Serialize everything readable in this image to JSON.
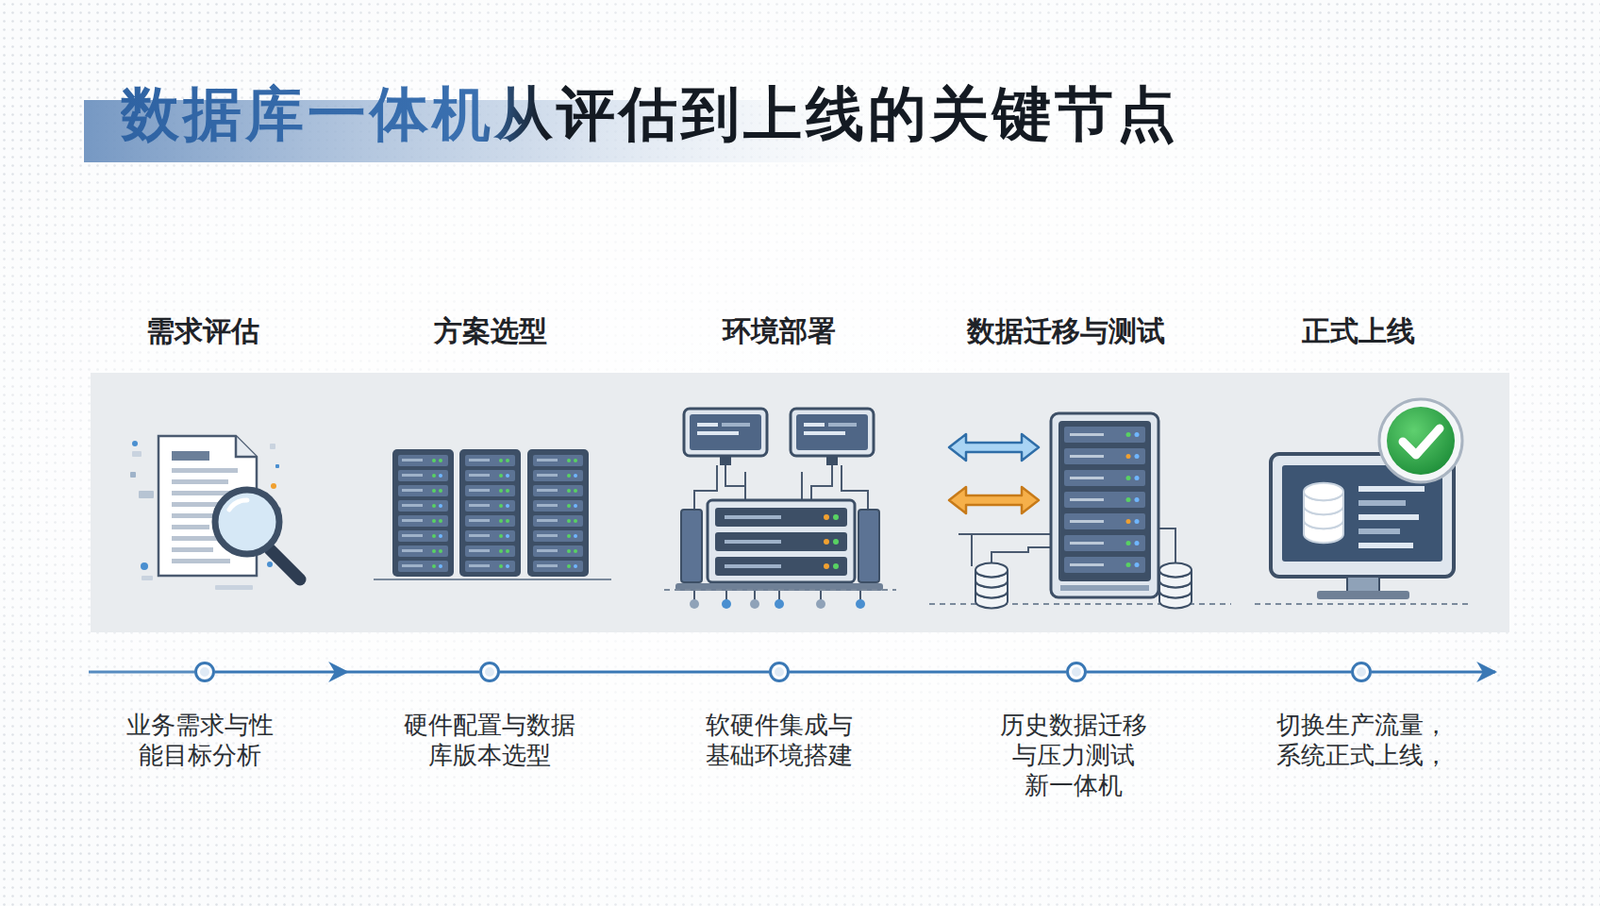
{
  "diagram": {
    "title": "数据库一体机从评估到上线的关键节点",
    "nodes": [
      {
        "text": [
          "需求评估",
          "业务需求与性 能目标分析"
        ]
      },
      {
        "text": [
          "方案选型",
          "硬件配置与数据 库版本选型"
        ]
      },
      {
        "text": [
          "环境部署",
          "软硬件集成与 基础环境搭建"
        ]
      },
      {
        "text": [
          "数据迁移与测试",
          "历史数据迁移 与压力测试 新一体机"
        ]
      },
      {
        "text": [
          "正式上线",
          "切换生产流量， 系统正式上线，"
        ]
      }
    ],
    "edges": [
      {
        "from": 0,
        "to": 1,
        "arrow": "to"
      },
      {
        "from": 1,
        "to": 2,
        "arrow": "none"
      },
      {
        "from": 2,
        "to": 3,
        "arrow": "none"
      },
      {
        "from": 3,
        "to": 4,
        "arrow": "none"
      }
    ]
  }
}
